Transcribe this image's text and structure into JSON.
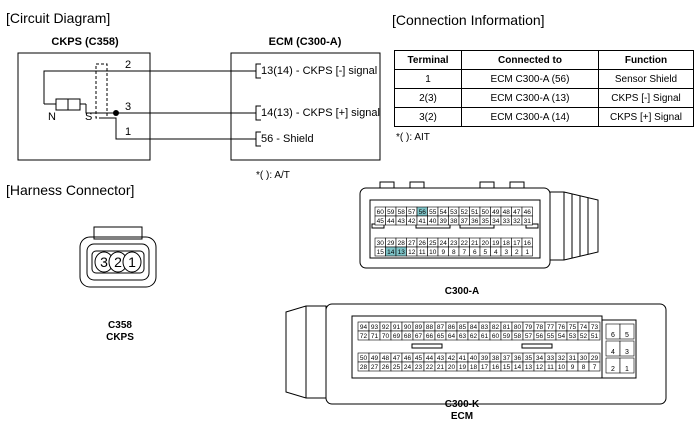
{
  "headers": {
    "circuit": "[Circuit Diagram]",
    "connection": "[Connection Information]",
    "harness": "[Harness Connector]"
  },
  "circuit": {
    "ckps_title": "CKPS (C358)",
    "ecm_title": "ECM (C300-A)",
    "pin2": "2",
    "pin3": "3",
    "pin1": "1",
    "n_label": "N",
    "s_label": "S",
    "term_neg": "13(14) - CKPS [-] signal",
    "term_pos": "14(13) - CKPS [+] signal",
    "term_shield": "56 - Shield",
    "note": "*( ): A/T"
  },
  "connection_table": {
    "headers": [
      "Terminal",
      "Connected to",
      "Function"
    ],
    "rows": [
      [
        "1",
        "ECM C300-A (56)",
        "Sensor Shield"
      ],
      [
        "2(3)",
        "ECM C300-A (13)",
        "CKPS [-] Signal"
      ],
      [
        "3(2)",
        "ECM C300-A (14)",
        "CKPS [+] Signal"
      ]
    ],
    "note": "*( ): AIT"
  },
  "c358": {
    "pins": [
      "3",
      "2",
      "1"
    ],
    "label_line1": "C358",
    "label_line2": "CKPS"
  },
  "c300a": {
    "row1": [
      "60",
      "59",
      "58",
      "57",
      "56",
      "55",
      "54",
      "53",
      "52",
      "51",
      "50",
      "49",
      "48",
      "47",
      "46"
    ],
    "row2": [
      "45",
      "44",
      "43",
      "42",
      "41",
      "40",
      "39",
      "38",
      "37",
      "36",
      "35",
      "34",
      "33",
      "32",
      "31"
    ],
    "row3": [
      "30",
      "29",
      "28",
      "27",
      "26",
      "25",
      "24",
      "23",
      "22",
      "21",
      "20",
      "19",
      "18",
      "17",
      "16"
    ],
    "row4": [
      "15",
      "14",
      "13",
      "12",
      "11",
      "10",
      "9",
      "8",
      "7",
      "6",
      "5",
      "4",
      "3",
      "2",
      "1"
    ],
    "highlight": [
      "56",
      "14",
      "13"
    ],
    "highlight_color": "#7fc4c8",
    "label": "C300-A"
  },
  "c300k": {
    "row1": [
      "94",
      "93",
      "92",
      "91",
      "90",
      "89",
      "88",
      "87",
      "86",
      "85",
      "84",
      "83",
      "82",
      "81",
      "80",
      "79",
      "78",
      "77",
      "76",
      "75",
      "74",
      "73"
    ],
    "row2": [
      "72",
      "71",
      "70",
      "69",
      "68",
      "67",
      "66",
      "65",
      "64",
      "63",
      "62",
      "61",
      "60",
      "59",
      "58",
      "57",
      "56",
      "55",
      "54",
      "53",
      "52",
      "51"
    ],
    "row3": [
      "50",
      "49",
      "48",
      "47",
      "46",
      "45",
      "44",
      "43",
      "42",
      "41",
      "40",
      "39",
      "38",
      "37",
      "36",
      "35",
      "34",
      "33",
      "32",
      "31",
      "30",
      "29"
    ],
    "row4": [
      "28",
      "27",
      "26",
      "25",
      "24",
      "23",
      "22",
      "21",
      "20",
      "19",
      "18",
      "17",
      "16",
      "15",
      "14",
      "13",
      "12",
      "11",
      "10",
      "9",
      "8",
      "7"
    ],
    "side": [
      [
        "6",
        "5"
      ],
      [
        "4",
        "3"
      ],
      [
        "2",
        "1"
      ]
    ],
    "label_line1": "C300-K",
    "label_line2": "ECM"
  }
}
